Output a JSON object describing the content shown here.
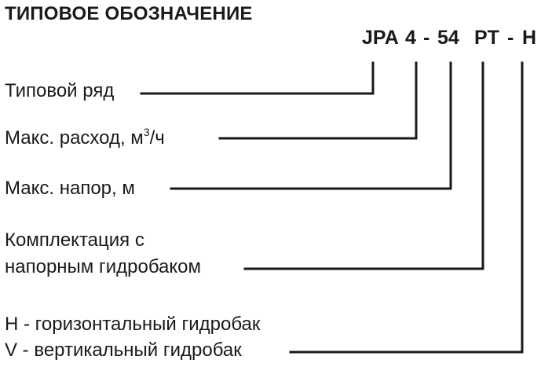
{
  "title": "ТИПОВОЕ ОБОЗНАЧЕНИЕ",
  "code": {
    "series": "JPA",
    "flow": "4",
    "dash1": "-",
    "head": "54",
    "tank": "PT",
    "dash2": "-",
    "orientation": "H"
  },
  "labels": {
    "series": "Типовой ряд",
    "flow_pre": "Макс. расход, м",
    "flow_sup": "3",
    "flow_post": "/ч",
    "head": "Макс. напор, м",
    "tank_line1": "Комплектация с",
    "tank_line2": "напорным гидробаком",
    "orient_h": "H - горизонтальный гидробак",
    "orient_v": "V - вертикальный гидробак"
  }
}
